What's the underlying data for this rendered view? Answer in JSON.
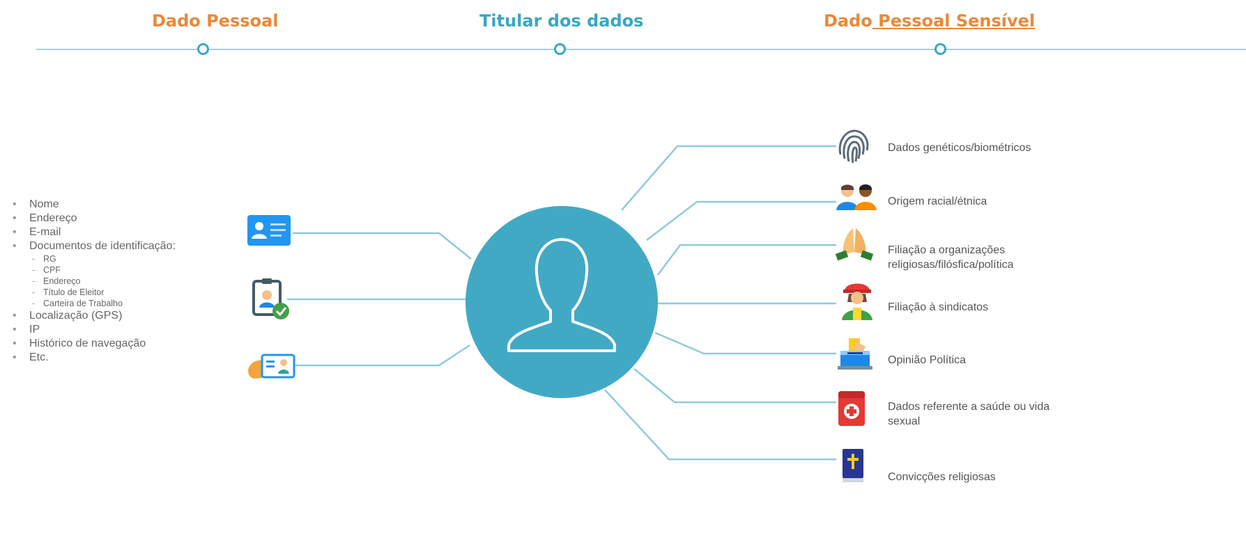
{
  "header": {
    "personal": "Dado Pessoal",
    "holder": "Titular dos dados",
    "sensitive_prefix": "Dado",
    "sensitive_rest": " Pessoal Sensível"
  },
  "personal_data": {
    "items": [
      "Nome",
      "Endereço",
      "E-mail",
      "Documentos de identificação:"
    ],
    "document_subitems": [
      "RG",
      "CPF",
      "Endereço",
      "Título de Eleitor",
      "Carteira de Trabalho"
    ],
    "items_after": [
      "Localização (GPS)",
      "IP",
      "Histórico de navegação",
      "Etc."
    ]
  },
  "sensitive_data": {
    "items": [
      {
        "label": "Dados genéticos/biométricos",
        "icon": "fingerprint-icon"
      },
      {
        "label": "Origem racial/étnica",
        "icon": "people-icon"
      },
      {
        "label": "Filiação a organizações",
        "label2": "religiosas/filósfica/política",
        "icon": "praying-hands-icon"
      },
      {
        "label": "Filiação à sindicatos",
        "icon": "worker-icon"
      },
      {
        "label": "Opinião Política",
        "icon": "ballot-box-icon"
      },
      {
        "label": "Dados referente a saúde ou vida",
        "label2": "sexual",
        "icon": "medical-kit-icon"
      },
      {
        "label": "Convicções religiosas",
        "icon": "bible-icon"
      }
    ]
  },
  "left_icons": [
    "id-card-icon",
    "verified-badge-icon",
    "hand-card-icon"
  ],
  "colors": {
    "orange": "#e8893b",
    "blue": "#3aa6c3",
    "circle": "#42a9c4",
    "line": "#8fcadc"
  }
}
